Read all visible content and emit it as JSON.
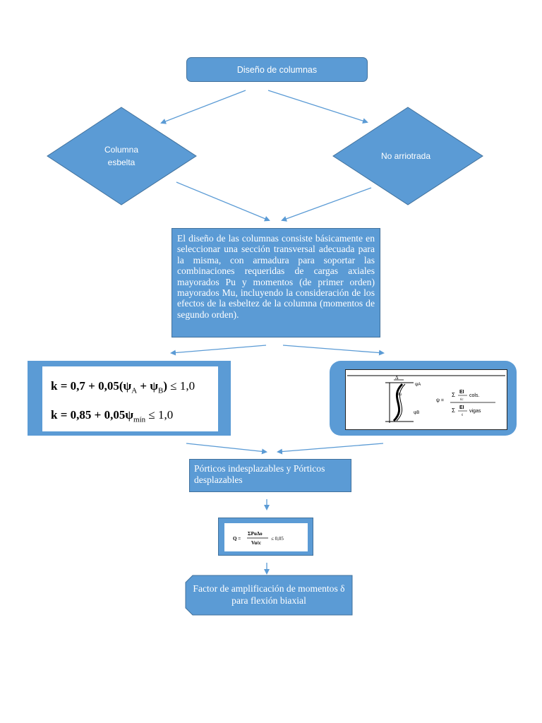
{
  "nodes": {
    "title": "Diseño de columnas",
    "left_diamond": "Columna\nesbelta",
    "right_diamond": "No arriotrada",
    "description": "El diseño de las columnas consiste básicamente en seleccionar una sección transversal adecuada para la misma, con armadura para soportar las combinaciones requeridas de cargas axiales mayorados Pu y momentos (de primer orden) mayorados Mu, incluyendo la consideración de los efectos de la esbeltez de la columna (momentos de segundo orden).",
    "porticos": "Pórticos indesplazables y Pórticos desplazables",
    "factor": "Factor de amplificación de momentos δ para flexión biaxial"
  },
  "formulas": {
    "k1_lhs": "k = 0,7 + 0,05(ψ",
    "k1_a": "A",
    "k1_mid": " + ψ",
    "k1_b": "B",
    "k1_rhs": ")",
    "k1_rel": " ≤ 1,0",
    "k2_lhs": "k = 0,85 + 0,05ψ",
    "k2_sub": "mín",
    "k2_rel": " ≤ 1,0",
    "psi_lhs": "ψ =",
    "psi_num_sum": "Σ",
    "psi_num_ei": "EI",
    "psi_num_l": "ℓc",
    "psi_num_word": "cols.",
    "psi_den_sum": "Σ",
    "psi_den_ei": "EI",
    "psi_den_l": "ℓ",
    "psi_den_word": "vigas",
    "psi_top_label": "ψA",
    "psi_bot_label": "ψB",
    "psi_delta": "Δ",
    "psi_mu": "Mu",
    "q_lhs": "Q =",
    "q_num": "ΣPuΔo",
    "q_den": "Vuℓc",
    "q_rhs": "≤ 0,05"
  },
  "colors": {
    "node_fill": "#5b9bd5",
    "node_border": "#41719c",
    "arrow": "#5b9bd5"
  }
}
